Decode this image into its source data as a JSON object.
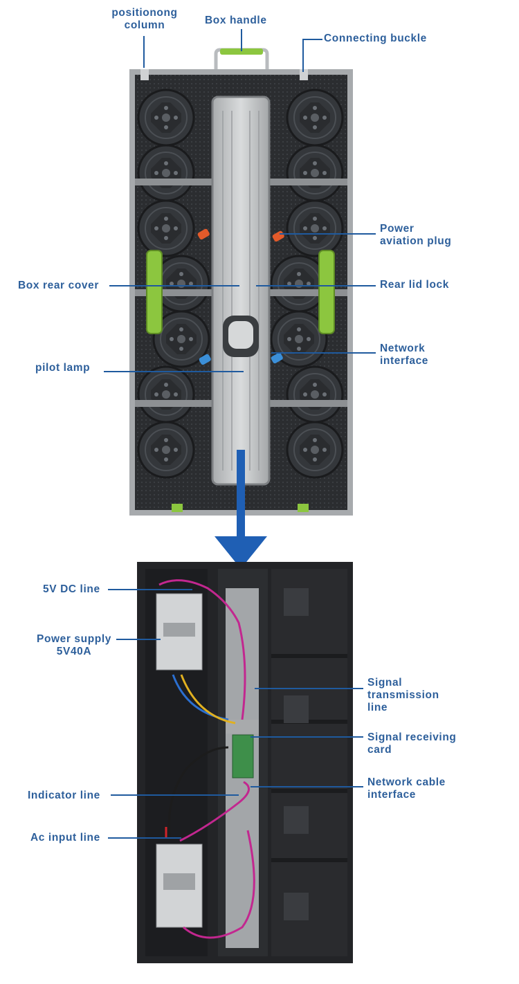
{
  "top_labels": {
    "positioning_column": "positionong\ncolumn",
    "box_handle": "Box handle",
    "connecting_buckle": "Connecting buckle",
    "power_aviation_plug": "Power\naviation plug",
    "box_rear_cover": "Box rear cover",
    "rear_lid_lock": "Rear lid lock",
    "network_interface": "Network\ninterface",
    "pilot_lamp": "pilot lamp"
  },
  "bottom_labels": {
    "dc_line": "5V DC line",
    "power_supply": "Power supply\n5V40A",
    "signal_transmission_line": "Signal\ntransmission\nline",
    "signal_receiving_card": "Signal receiving\ncard",
    "indicator_line": "Indicator line",
    "network_cable_interface": "Network cable\ninterface",
    "ac_input_line": "Ac input line"
  },
  "colors": {
    "label_blue": "#2d5f9b",
    "leader_line": "#1f5a9e",
    "arrow_blue": "#1f5fb4",
    "handle_green": "#8cc63f",
    "cabinet_dark": "#2b2d30",
    "cover_silver": "#c9cbcc",
    "wire_magenta": "#c2278f"
  }
}
